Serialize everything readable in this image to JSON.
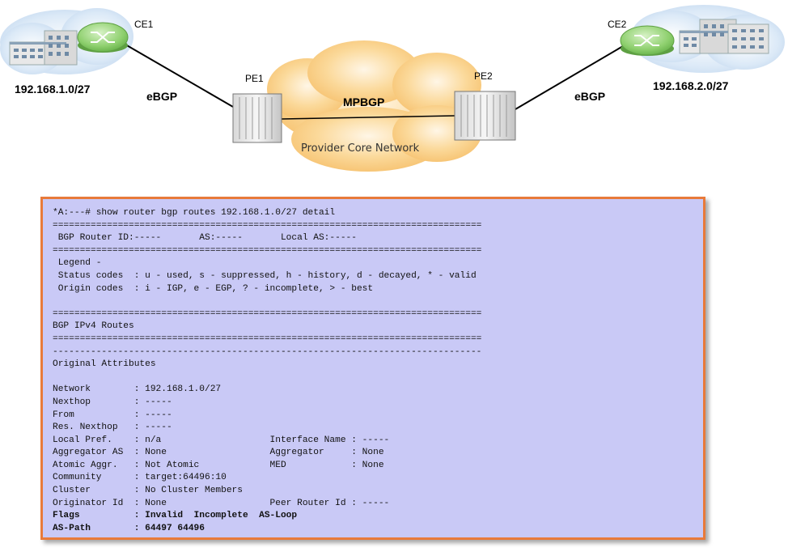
{
  "diagram": {
    "ce1": {
      "label": "CE1",
      "network": "192.168.1.0/27"
    },
    "ce2": {
      "label": "CE2",
      "network": "192.168.2.0/27"
    },
    "pe1": {
      "label": "PE1"
    },
    "pe2": {
      "label": "PE2"
    },
    "left_link": "eBGP",
    "right_link": "eBGP",
    "core_link": "MPBGP",
    "core_label": "Provider Core Network"
  },
  "terminal": {
    "lines": [
      {
        "text": "*A:---# show router bgp routes 192.168.1.0/27 detail",
        "bold": false
      },
      {
        "text": "===============================================================================",
        "bold": false
      },
      {
        "text": " BGP Router ID:-----       AS:-----       Local AS:-----",
        "bold": false
      },
      {
        "text": "===============================================================================",
        "bold": false
      },
      {
        "text": " Legend -",
        "bold": false
      },
      {
        "text": " Status codes  : u - used, s - suppressed, h - history, d - decayed, * - valid",
        "bold": false
      },
      {
        "text": " Origin codes  : i - IGP, e - EGP, ? - incomplete, > - best",
        "bold": false
      },
      {
        "text": "",
        "bold": false
      },
      {
        "text": "===============================================================================",
        "bold": false
      },
      {
        "text": "BGP IPv4 Routes",
        "bold": false
      },
      {
        "text": "===============================================================================",
        "bold": false
      },
      {
        "text": "-------------------------------------------------------------------------------",
        "bold": false
      },
      {
        "text": "Original Attributes",
        "bold": false
      },
      {
        "text": "",
        "bold": false
      },
      {
        "text": "Network        : 192.168.1.0/27",
        "bold": false
      },
      {
        "text": "Nexthop        : -----",
        "bold": false
      },
      {
        "text": "From           : -----",
        "bold": false
      },
      {
        "text": "Res. Nexthop   : -----",
        "bold": false
      },
      {
        "text": "Local Pref.    : n/a                    Interface Name : -----",
        "bold": false
      },
      {
        "text": "Aggregator AS  : None                   Aggregator     : None",
        "bold": false
      },
      {
        "text": "Atomic Aggr.   : Not Atomic             MED            : None",
        "bold": false
      },
      {
        "text": "Community      : target:64496:10",
        "bold": false
      },
      {
        "text": "Cluster        : No Cluster Members",
        "bold": false
      },
      {
        "text": "Originator Id  : None                   Peer Router Id : -----",
        "bold": false
      },
      {
        "text": "Flags          : Invalid  Incomplete  AS-Loop",
        "bold": true
      },
      {
        "text": "AS-Path        : 64497 64496",
        "bold": true
      }
    ]
  },
  "colors": {
    "terminal_bg": "#c9c9f6",
    "terminal_border": "#e87a3a",
    "cloud": "#f9cf86",
    "router": "#95d37f"
  }
}
